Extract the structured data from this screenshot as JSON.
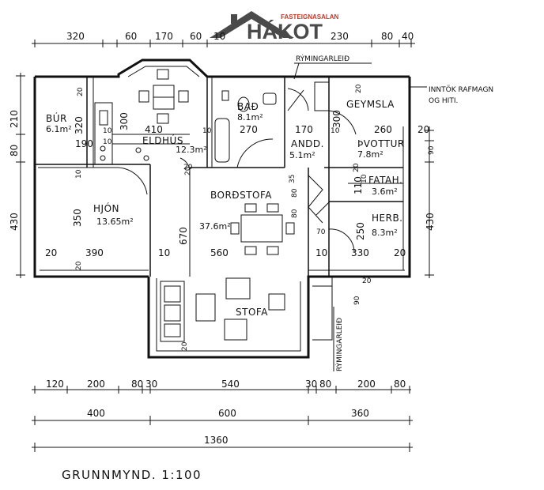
{
  "logo": {
    "brand": "HÁKOT",
    "tagline": "FASTEIGNASALAN",
    "brand_color": "#4a4a4a",
    "accent_color": "#c0392b"
  },
  "title": "GRUNNMYND. 1:100",
  "annotations": {
    "emergency_exit_top": "RÝMINGARLEIÐ",
    "emergency_exit_right": "RÝMINGARLEIÐ",
    "utility_inlet_line1": "INNTÖK RAFMAGN",
    "utility_inlet_line2": "OG HITI."
  },
  "rooms": [
    {
      "id": "bur",
      "name": "BÚR",
      "area": "6.1m²"
    },
    {
      "id": "eldhus",
      "name": "ELDHÚS",
      "area": "12.3m²"
    },
    {
      "id": "bad",
      "name": "BAÐ",
      "area": "8.1m²"
    },
    {
      "id": "geymsla",
      "name": "GEYMSLA",
      "area": ""
    },
    {
      "id": "anddyri",
      "name": "ANDD.",
      "area": "5.1m²"
    },
    {
      "id": "thvottur",
      "name": "ÞVOTTUR",
      "area": "7.8m²"
    },
    {
      "id": "fatah",
      "name": "FATAH.",
      "area": "3.6m²"
    },
    {
      "id": "hjon",
      "name": "HJÓN",
      "area": "13.65m²"
    },
    {
      "id": "bordstofa",
      "name": "BORÐSTOFA",
      "area": "37.6m²"
    },
    {
      "id": "herb",
      "name": "HERB.",
      "area": "8.3m²"
    },
    {
      "id": "stofa",
      "name": "STOFA",
      "area": ""
    }
  ],
  "dimensions": {
    "top": [
      "320",
      "60",
      "170",
      "60",
      "10",
      "230",
      "80",
      "40"
    ],
    "left": [
      "210",
      "80",
      "430"
    ],
    "right": [
      "20",
      "90",
      "430"
    ],
    "bottom_row1": [
      "120",
      "200",
      "80",
      "30",
      "540",
      "30",
      "80",
      "200",
      "80"
    ],
    "bottom_row2": [
      "400",
      "600",
      "360"
    ],
    "bottom_total": "1360",
    "inner": {
      "bur_w": "190",
      "bur_h": "320",
      "eldhus_w": "410",
      "eldhus_h": "300",
      "kit_20": "20",
      "bad_w": "270",
      "bad_10": "10",
      "andd_w": "170",
      "geym_h": "300",
      "geym_w": "260",
      "geym_20": "20",
      "fatah_h": "110",
      "fatah_10": "10",
      "fatah_20": "20",
      "herb_h": "250",
      "herb_w": "330",
      "herb_20a": "20",
      "herb_20b": "20",
      "hjon_h": "350",
      "hjon_w": "390",
      "hjon_20a": "20",
      "hjon_20b": "20",
      "hjon_10": "10",
      "bord_h": "670",
      "bord_w": "560",
      "bord_10a": "10",
      "bord_10b": "10",
      "corr_35": "35",
      "corr_80a": "80",
      "corr_80b": "80",
      "corr_70": "70",
      "stofa_20": "20",
      "right_20": "20",
      "step_90": "90",
      "bur_10a": "10",
      "bur_10b": "10",
      "andd_10": "10",
      "left_20": "20"
    }
  }
}
